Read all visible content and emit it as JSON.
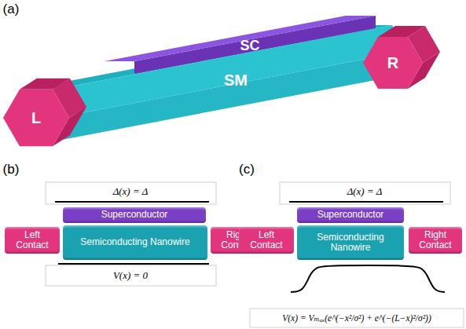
{
  "diagram": {
    "nodes": [
      {
        "text": [
          "Superconductor"
        ]
      },
      {
        "text": [
          "Left Contact"
        ]
      },
      {
        "text": [
          "Semiconducting Nanowire"
        ]
      },
      {
        "text": [
          "Right Contact"
        ]
      },
      {
        "text": [
          "Superconductor"
        ]
      },
      {
        "text": [
          "Left Contact"
        ]
      },
      {
        "text": [
          "Semiconducting Nanowire"
        ]
      },
      {
        "text": [
          "Right Contact"
        ]
      }
    ],
    "labels": [
      "(a)",
      "SC",
      "SM",
      "L",
      "R",
      "(b)",
      "Δ(x) = Δ",
      "V(x) = 0",
      "(c)",
      "Δ(x) = Δ",
      "V(x) = Vₘₐₓ(e^(−x²/σ²) + e^(−(L−x)²/σ²))"
    ]
  }
}
